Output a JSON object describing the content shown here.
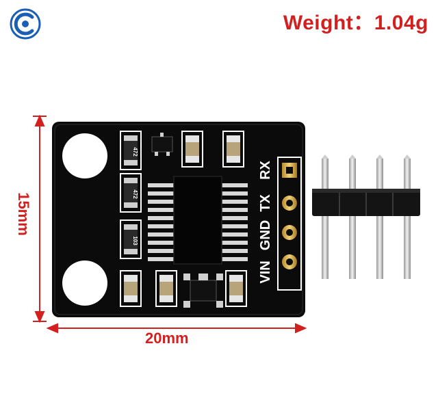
{
  "header": {
    "weight_label": "Weight：1.04g"
  },
  "dimensions": {
    "width_label": "20mm",
    "height_label": "15mm"
  },
  "board": {
    "pin_labels": [
      "VIN",
      "GND",
      "TX",
      "RX"
    ],
    "resistor_codes": [
      "472",
      "472",
      "103"
    ]
  },
  "colors": {
    "accent_red": "#d21f1f",
    "pcb_black": "#0b0b0b",
    "logo_blue": "#1a5fb4"
  }
}
